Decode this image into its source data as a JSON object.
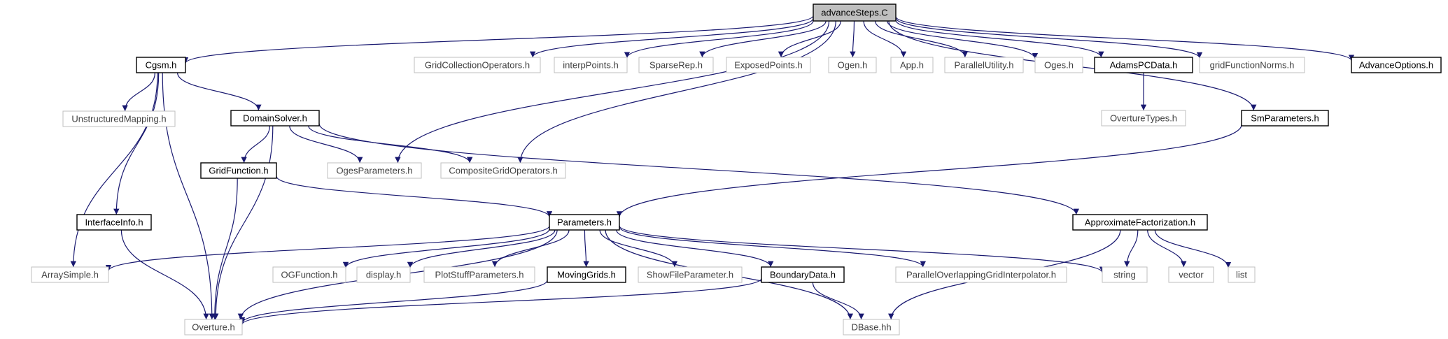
{
  "colors": {
    "edge": "#191970",
    "root_fill": "#bfbfbf",
    "box_border_documented": "#000000",
    "box_border_external": "#bfbfbf",
    "text_documented": "#000000",
    "text_external": "#404040"
  },
  "nodes": {
    "advance_steps_c": "advanceSteps.C",
    "cgsm_h": "Cgsm.h",
    "grid_collection_operators_h": "GridCollectionOperators.h",
    "interp_points_h": "interpPoints.h",
    "sparse_rep_h": "SparseRep.h",
    "exposed_points_h": "ExposedPoints.h",
    "ogen_h": "Ogen.h",
    "app_h": "App.h",
    "parallel_utility_h": "ParallelUtility.h",
    "oges_h": "Oges.h",
    "adams_pc_data_h": "AdamsPCData.h",
    "grid_function_norms_h": "gridFunctionNorms.h",
    "advance_options_h": "AdvanceOptions.h",
    "unstructured_mapping_h": "UnstructuredMapping.h",
    "domain_solver_h": "DomainSolver.h",
    "overture_types_h": "OvertureTypes.h",
    "sm_parameters_h": "SmParameters.h",
    "grid_function_h": "GridFunction.h",
    "oges_parameters_h": "OgesParameters.h",
    "composite_grid_operators_h": "CompositeGridOperators.h",
    "interface_info_h": "InterfaceInfo.h",
    "parameters_h": "Parameters.h",
    "approximate_factorization_h": "ApproximateFactorization.h",
    "array_simple_h": "ArraySimple.h",
    "og_function_h": "OGFunction.h",
    "display_h": "display.h",
    "plot_stuff_parameters_h": "PlotStuffParameters.h",
    "moving_grids_h": "MovingGrids.h",
    "show_file_parameter_h": "ShowFileParameter.h",
    "boundary_data_h": "BoundaryData.h",
    "parallel_overlapping_grid_interpolator_h": "ParallelOverlappingGridInterpolator.h",
    "string": "string",
    "vector": "vector",
    "list": "list",
    "overture_h": "Overture.h",
    "dbase_hh": "DBase.hh"
  },
  "edges": [
    [
      "advance_steps_c",
      "cgsm_h"
    ],
    [
      "advance_steps_c",
      "grid_collection_operators_h"
    ],
    [
      "advance_steps_c",
      "interp_points_h"
    ],
    [
      "advance_steps_c",
      "sparse_rep_h"
    ],
    [
      "advance_steps_c",
      "exposed_points_h"
    ],
    [
      "advance_steps_c",
      "ogen_h"
    ],
    [
      "advance_steps_c",
      "app_h"
    ],
    [
      "advance_steps_c",
      "parallel_utility_h"
    ],
    [
      "advance_steps_c",
      "oges_h"
    ],
    [
      "advance_steps_c",
      "adams_pc_data_h"
    ],
    [
      "advance_steps_c",
      "grid_function_norms_h"
    ],
    [
      "advance_steps_c",
      "advance_options_h"
    ],
    [
      "advance_steps_c",
      "oges_parameters_h"
    ],
    [
      "advance_steps_c",
      "composite_grid_operators_h"
    ],
    [
      "advance_steps_c",
      "sm_parameters_h"
    ],
    [
      "cgsm_h",
      "unstructured_mapping_h"
    ],
    [
      "cgsm_h",
      "domain_solver_h"
    ],
    [
      "cgsm_h",
      "interface_info_h"
    ],
    [
      "cgsm_h",
      "array_simple_h"
    ],
    [
      "cgsm_h",
      "overture_h"
    ],
    [
      "domain_solver_h",
      "grid_function_h"
    ],
    [
      "domain_solver_h",
      "oges_parameters_h"
    ],
    [
      "domain_solver_h",
      "composite_grid_operators_h"
    ],
    [
      "domain_solver_h",
      "approximate_factorization_h"
    ],
    [
      "domain_solver_h",
      "overture_h"
    ],
    [
      "adams_pc_data_h",
      "overture_types_h"
    ],
    [
      "sm_parameters_h",
      "parameters_h"
    ],
    [
      "grid_function_h",
      "parameters_h"
    ],
    [
      "grid_function_h",
      "overture_h"
    ],
    [
      "interface_info_h",
      "overture_h"
    ],
    [
      "parameters_h",
      "array_simple_h"
    ],
    [
      "parameters_h",
      "og_function_h"
    ],
    [
      "parameters_h",
      "display_h"
    ],
    [
      "parameters_h",
      "plot_stuff_parameters_h"
    ],
    [
      "parameters_h",
      "moving_grids_h"
    ],
    [
      "parameters_h",
      "show_file_parameter_h"
    ],
    [
      "parameters_h",
      "boundary_data_h"
    ],
    [
      "parameters_h",
      "parallel_overlapping_grid_interpolator_h"
    ],
    [
      "parameters_h",
      "string"
    ],
    [
      "parameters_h",
      "dbase_hh"
    ],
    [
      "parameters_h",
      "overture_h"
    ],
    [
      "approximate_factorization_h",
      "string"
    ],
    [
      "approximate_factorization_h",
      "vector"
    ],
    [
      "approximate_factorization_h",
      "list"
    ],
    [
      "approximate_factorization_h",
      "dbase_hh"
    ],
    [
      "moving_grids_h",
      "overture_h"
    ],
    [
      "boundary_data_h",
      "overture_h"
    ],
    [
      "boundary_data_h",
      "dbase_hh"
    ]
  ]
}
